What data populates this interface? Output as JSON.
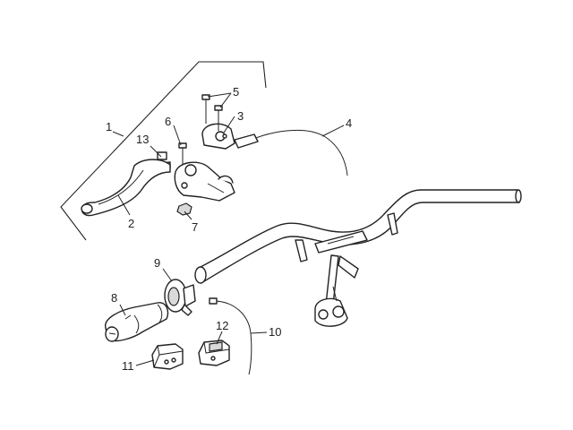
{
  "callouts": [
    {
      "id": "1",
      "part": "lever-assembly"
    },
    {
      "id": "2",
      "part": "lever"
    },
    {
      "id": "3",
      "part": "clamp-cap"
    },
    {
      "id": "4",
      "part": "cable"
    },
    {
      "id": "5",
      "part": "cap-bolts"
    },
    {
      "id": "6",
      "part": "pivot-bolt"
    },
    {
      "id": "7",
      "part": "nut"
    },
    {
      "id": "8",
      "part": "throttle-grip"
    },
    {
      "id": "9",
      "part": "throttle-housing"
    },
    {
      "id": "10",
      "part": "switch-wire"
    },
    {
      "id": "11",
      "part": "switch-left"
    },
    {
      "id": "12",
      "part": "switch-right"
    },
    {
      "id": "13",
      "part": "screw"
    }
  ]
}
